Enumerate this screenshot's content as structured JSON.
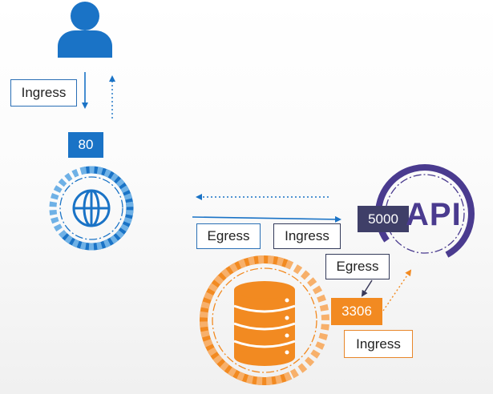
{
  "colors": {
    "blue": "#1a73c6",
    "blue_light": "#6fb1e6",
    "orange": "#f28a21",
    "orange_light": "#f7b06b",
    "purple": "#4a3b8f",
    "port_api_bg": "#3f3f68",
    "border_blue": "#2a6fb5",
    "border_dark": "#333a5a",
    "border_orange": "#e8872a"
  },
  "icons": {
    "user": "user-icon",
    "web": "globe-icon",
    "database": "database-icon"
  },
  "labels": {
    "user_ingress": "Ingress",
    "web_egress": "Egress",
    "api_ingress": "Ingress",
    "db_egress": "Egress",
    "db_ingress": "Ingress"
  },
  "ports": {
    "web": "80",
    "api": "5000",
    "db": "3306"
  },
  "api_label": "API"
}
